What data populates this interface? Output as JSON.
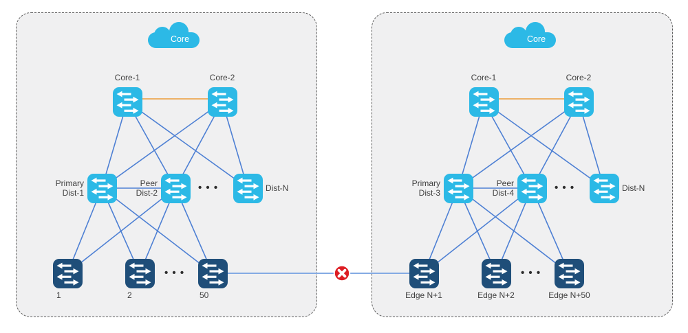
{
  "colors": {
    "switch_cyan": "#2CB9E6",
    "switch_navy": "#1F4E79",
    "link_blue": "#4E80D4",
    "cross_link_blue": "#84ABE4",
    "core_interconnect_orange": "#EDB166",
    "failure_red": "#DD1D23",
    "panel_background": "#F0F0F1"
  },
  "left_panel": {
    "cloud_label": "Core",
    "core_1_label": "Core-1",
    "core_2_label": "Core-2",
    "primary_dist_line1": "Primary",
    "primary_dist_line2": "Dist-1",
    "peer_dist_line1": "Peer",
    "peer_dist_line2": "Dist-2",
    "dist_n_label": "Dist-N",
    "edge_1_label": "1",
    "edge_2_label": "2",
    "edge_3_label": "50",
    "dist_ellipsis": "• • •",
    "edge_ellipsis": "• • •"
  },
  "right_panel": {
    "cloud_label": "Core",
    "core_1_label": "Core-1",
    "core_2_label": "Core-2",
    "primary_dist_line1": "Primary",
    "primary_dist_line2": "Dist-3",
    "peer_dist_line1": "Peer",
    "peer_dist_line2": "Dist-4",
    "dist_n_label": "Dist-N",
    "edge_1_label": "Edge N+1",
    "edge_2_label": "Edge N+2",
    "edge_3_label": "Edge N+50",
    "dist_ellipsis": "• • •",
    "edge_ellipsis": "• • •"
  },
  "failure_marker": {
    "icon": "x-cross",
    "color": "#DD1D23"
  }
}
